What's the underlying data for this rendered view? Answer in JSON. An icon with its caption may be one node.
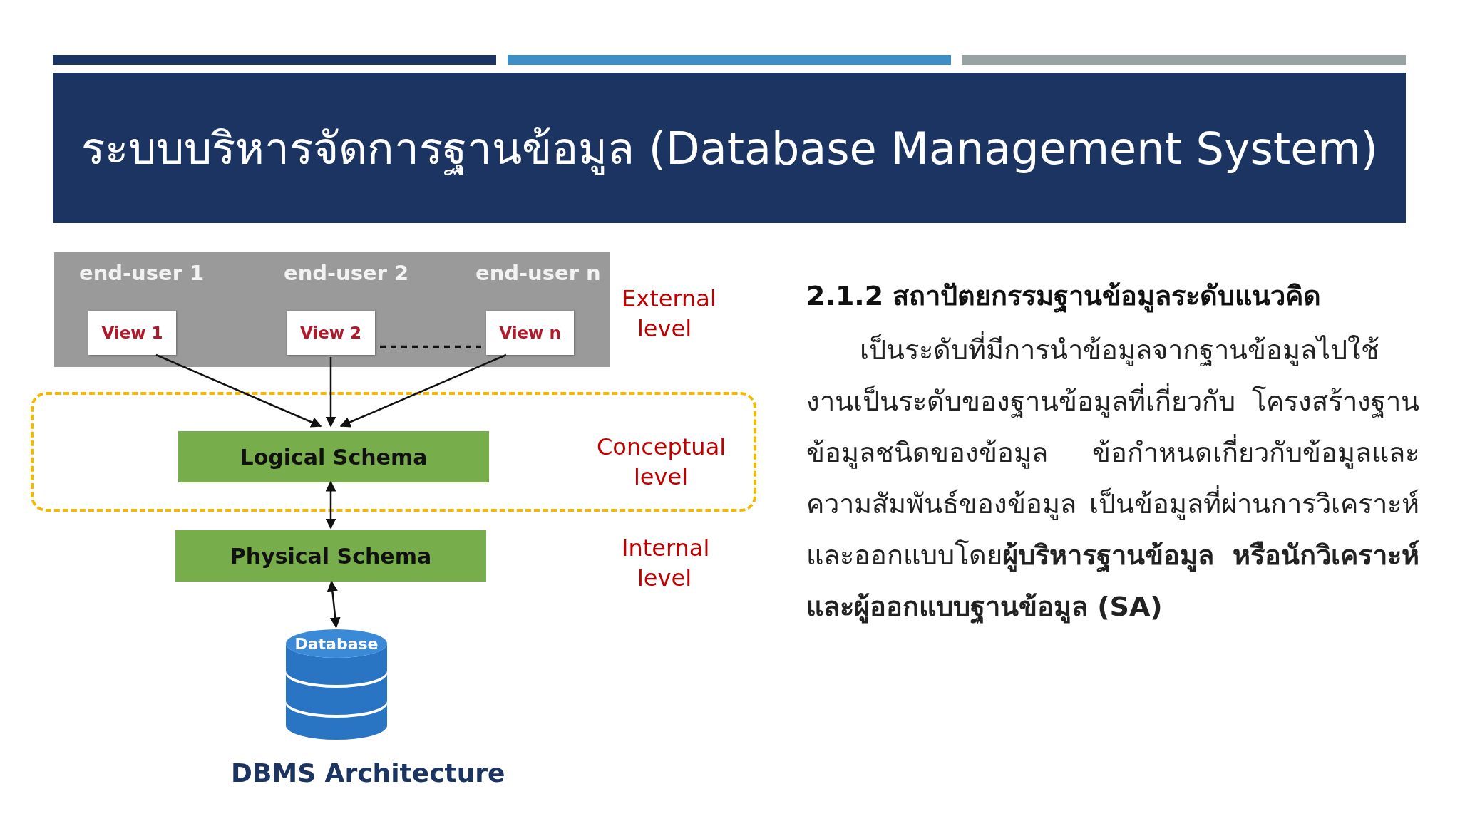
{
  "diagram": {
    "title": "ระบบบริหารจัดการฐานข้อมูล (Database Management System)",
    "caption": "DBMS Architecture",
    "nodes": [
      {
        "text": [
          "end-user 1",
          "end-user 2",
          "end-user n"
        ],
        "beside": [
          "External level"
        ]
      },
      {
        "text": [
          "View 1"
        ],
        "in": 0
      },
      {
        "text": [
          "View 2"
        ],
        "in": 0
      },
      {
        "text": [
          "View n"
        ],
        "in": 0
      },
      {
        "text": [
          "Conceptual level"
        ]
      },
      {
        "text": [
          "Logical Schema"
        ],
        "in": 4
      },
      {
        "text": [
          "Physical Schema"
        ]
      },
      {
        "text": [
          "Database"
        ]
      }
    ],
    "edges": [
      {
        "from": 1,
        "to": 5,
        "arrow": "to"
      },
      {
        "from": 2,
        "to": 5,
        "arrow": "to"
      },
      {
        "from": 3,
        "to": 5,
        "arrow": "to"
      },
      {
        "from": 2,
        "to": 3,
        "arrow": "none",
        "style": "dashed"
      },
      {
        "from": 5,
        "to": 6,
        "arrow": "both"
      },
      {
        "from": 6,
        "to": 7,
        "arrow": "both"
      }
    ],
    "labels": [
      "2.1.2 สถาปัตยกรรมฐานข้อมูลระดับแนวคิด",
      "เป็นระดับที่มีการนำข้อมูลจากฐานข้อมูลไปใช้งานเป็นระดับของฐานข้อมูลที่เกี่ยวกับ โครงสร้างฐานข้อมูลชนิดของข้อมูล ข้อกำหนดเกี่ยวกับข้อมูลและความสัมพันธ์ของข้อมูล เป็นข้อมูลที่ผ่านการวิเคราะห์และออกแบบโดย**ผู้บริหารฐานข้อมูล หรือนักวิเคราะห์และผู้ออกแบบฐานข้อมูล (SA)**",
      "Internal level"
    ]
  }
}
